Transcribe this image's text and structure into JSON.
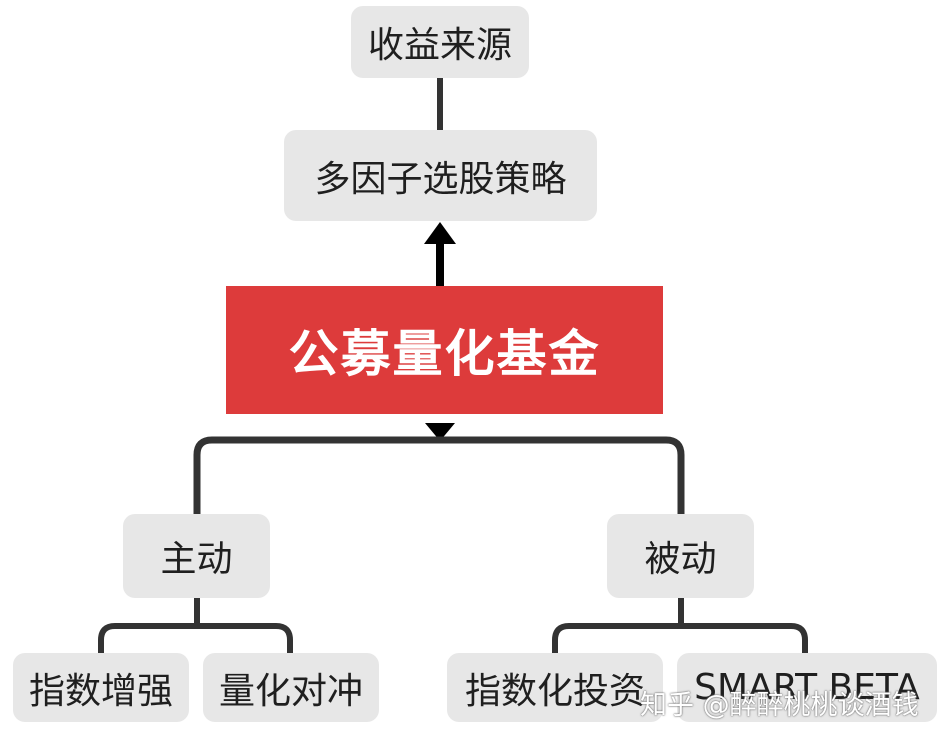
{
  "diagram": {
    "root": {
      "label": "公募量化基金"
    },
    "up": {
      "strategy": "多因子选股策略",
      "source": "收益来源"
    },
    "active": {
      "label": "主动",
      "children": [
        "指数增强",
        "量化对冲"
      ]
    },
    "passive": {
      "label": "被动",
      "children": [
        "指数化投资",
        "SMART BETA"
      ]
    }
  },
  "watermark": "知乎 @醉醉桃桃谈酒钱",
  "colors": {
    "root_fill": "#dd3b3b",
    "node_fill": "#e7e7e7",
    "connector": "#333333"
  }
}
